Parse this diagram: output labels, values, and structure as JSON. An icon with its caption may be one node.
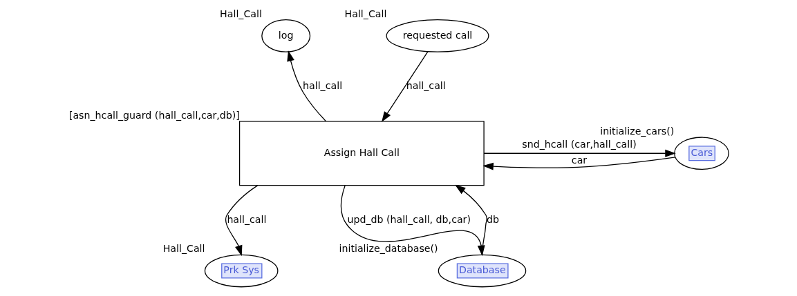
{
  "diagram": {
    "nodes": [
      {
        "text": [
          "log"
        ],
        "beside": [
          "Hall_Call"
        ]
      },
      {
        "text": [
          "requested call"
        ],
        "beside": [
          "Hall_Call"
        ]
      },
      {
        "text": [
          "Assign Hall Call"
        ],
        "beside": [
          "[asn_hcall_guard (hall_call,car,db)]"
        ]
      },
      {
        "text": [
          "Cars"
        ],
        "beside": [
          "initialize_cars()"
        ]
      },
      {
        "text": [
          "Prk Sys"
        ],
        "beside": [
          "Hall_Call"
        ]
      },
      {
        "text": [
          "Database"
        ],
        "beside": [
          "initialize_database()"
        ]
      }
    ],
    "edges": [
      {
        "from": 2,
        "to": 0,
        "arrow": "to",
        "label": "hall_call"
      },
      {
        "from": 1,
        "to": 2,
        "arrow": "to",
        "label": "hall_call"
      },
      {
        "from": 3,
        "to": 2,
        "arrow": "to",
        "label": "car"
      },
      {
        "from": 2,
        "to": 3,
        "arrow": "to",
        "label": "snd_hcall (car,hall_call)"
      },
      {
        "from": 2,
        "to": 4,
        "arrow": "to",
        "label": "hall_call"
      },
      {
        "from": 2,
        "to": 5,
        "arrow": "to",
        "label": "upd_db (hall_call, db,car)"
      },
      {
        "from": 5,
        "to": 2,
        "arrow": "to",
        "label": "db"
      }
    ]
  }
}
